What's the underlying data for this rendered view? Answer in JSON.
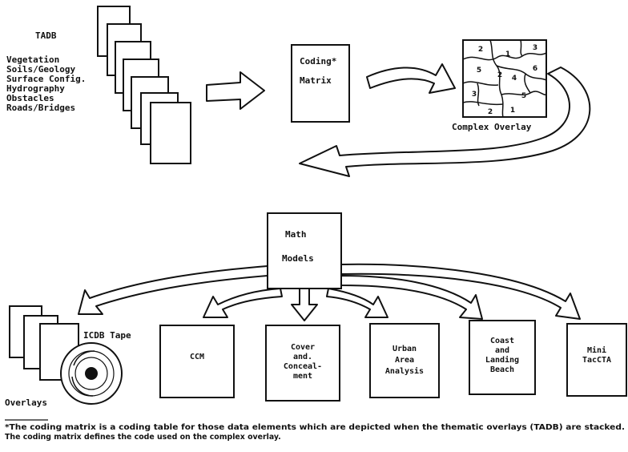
{
  "tadb": {
    "title": "TADB",
    "layers": [
      "Vegetation",
      "Soils/Geology",
      "Surface Config.",
      "Hydrography",
      "Obstacles",
      "Roads/Bridges"
    ]
  },
  "coding_matrix": {
    "line1": "Coding*",
    "line2": "Matrix"
  },
  "complex_overlay": {
    "label": "Complex Overlay",
    "region_numbers": [
      "2",
      "1",
      "3",
      "5",
      "2",
      "4",
      "6",
      "5",
      "3",
      "2",
      "1"
    ]
  },
  "math_models": {
    "line1": "Math",
    "line2": "Models"
  },
  "outputs": {
    "overlays_label": "Overlays",
    "tape_label": "ICDB Tape",
    "ccm": [
      "CCM"
    ],
    "cover": [
      "Cover",
      "and.",
      "Conceal-",
      "ment"
    ],
    "urban": [
      "Urban",
      "Area",
      "Analysis"
    ],
    "coast": [
      "Coast",
      "and",
      "Landing",
      "Beach"
    ],
    "mini": [
      "Mini",
      "TacCTA"
    ]
  },
  "footnote": {
    "line1": "*The coding matrix is a coding table for those data elements which are depicted when the thematic overlays (TADB) are stacked.",
    "line2": "The coding matrix defines the code used on the complex overlay."
  }
}
